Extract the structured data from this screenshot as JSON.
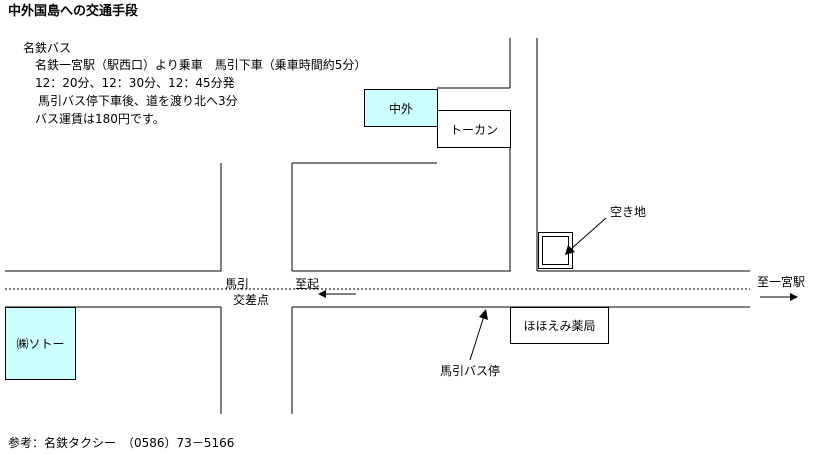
{
  "title": "中外国島への交通手段",
  "bus_info": {
    "line1": "名鉄バス",
    "line2": "名鉄一宮駅（駅西口）より乗車　馬引下車（乗車時間約5分）",
    "line3": "12：20分、12：30分、12：45分発",
    "line4": "馬引バス停下車後、道を渡り北へ3分",
    "line5": "バス運賃は180円です。"
  },
  "map": {
    "chugai": "中外",
    "tokan": "トーカン",
    "akichi": "空き地",
    "umahiki": "馬引",
    "kosaten": "交差点",
    "shiki": "至起",
    "shi_ichinomiya": "至一宮駅",
    "sato": "㈱ソトー",
    "hohoemi": "ほほえみ薬局",
    "bus_stop": "馬引バス停"
  },
  "colors": {
    "highlight": "#ccffff"
  },
  "footer": "参考：名鉄タクシー　（0586）73－5166"
}
